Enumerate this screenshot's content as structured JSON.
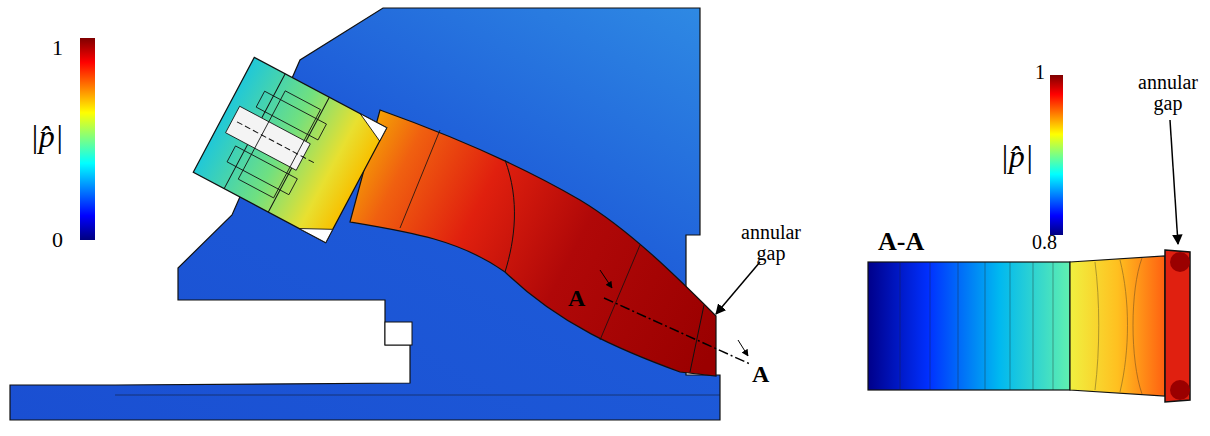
{
  "diagram": {
    "labels": [
      "1",
      "|p̂|",
      "0",
      "annular gap",
      "A",
      "A",
      "A-A",
      "1",
      "|p̂|",
      "0.8",
      "annular gap"
    ]
  }
}
